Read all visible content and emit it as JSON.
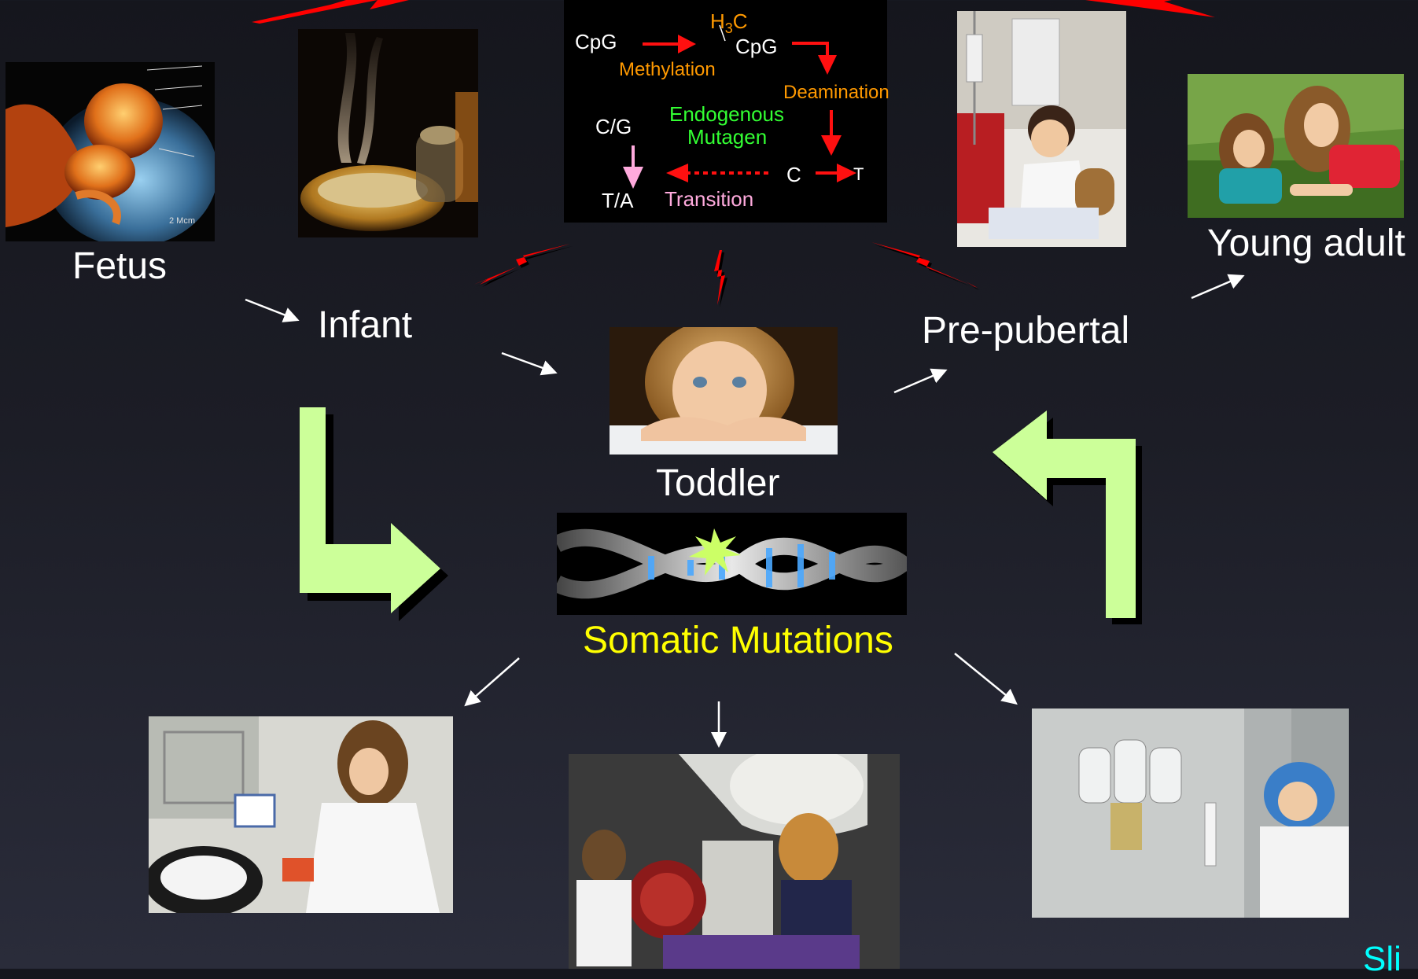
{
  "stages": {
    "fetus": "Fetus",
    "infant": "Infant",
    "toddler": "Toddler",
    "prepubertal": "Pre-pubertal",
    "young_adult": "Young adult"
  },
  "somatic": "Somatic Mutations",
  "fetus_photo_text": "2 Mcm",
  "cpg_panel": {
    "cpg1": "CpG",
    "h3c_main": "H",
    "h3c_sub": "3",
    "h3c_end": "C",
    "cpg2": "CpG",
    "methylation": "Methylation",
    "deamination": "Deamination",
    "cg": "C/G",
    "endogenous": "Endogenous",
    "mutagen": "Mutagen",
    "c": "C",
    "t": "T",
    "ta": "T/A",
    "transition": "Transition"
  },
  "corner_text": "Sli",
  "colors": {
    "background": "#1d1e27",
    "green_arrow": "#ccff99",
    "lightning": "#ff0000",
    "somatic_text": "#ffff00",
    "orange_text": "#ff9900",
    "green_text": "#33ff33",
    "pink_text": "#ffaadd",
    "corner_text": "#00ffff"
  }
}
